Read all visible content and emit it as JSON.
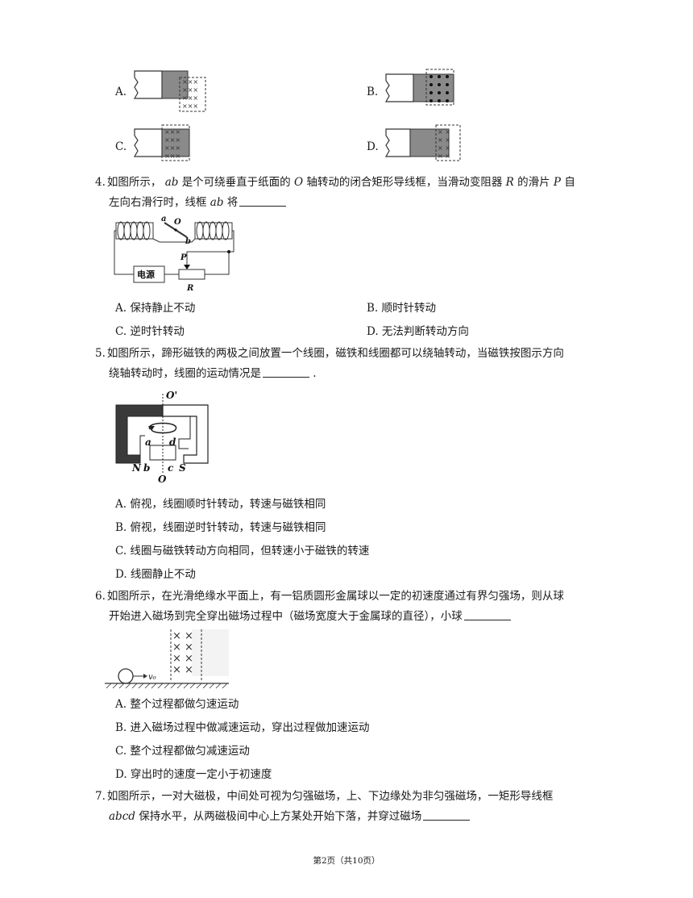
{
  "prev_options": {
    "A": "A.",
    "B": "B.",
    "C": "C.",
    "D": "D."
  },
  "q4": {
    "num": "4.",
    "line1_pre": "如图所示，",
    "v_ab": "ab",
    "line1_mid": "是个可绕垂直于纸面的",
    "v_O": "O",
    "line1_mid2": "轴转动的闭合矩形导线框，当滑动变阻器",
    "v_R": "R",
    "line1_mid3": "的滑片",
    "v_P": "P",
    "line1_end": "自",
    "line2_pre": "左向右滑行时，线框",
    "line2_v": "ab",
    "line2_post": "将",
    "figure": {
      "a": "a",
      "O": "O",
      "b": "b",
      "P": "P",
      "R": "R",
      "power": "电源"
    },
    "options": [
      "A. 保持静止不动",
      "B. 顺时针转动",
      "C. 逆时针转动",
      "D. 无法判断转动方向"
    ]
  },
  "q5": {
    "num": "5.",
    "line1": "如图所示，蹄形磁铁的两极之间放置一个线圈，磁铁和线圈都可以绕轴转动，当磁铁按图示方向",
    "line2": "绕轴转动时，线圈的运动情况是",
    "line2_end": ".",
    "figure": {
      "Oprime": "O'",
      "O": "O",
      "a": "a",
      "d": "d",
      "N": "N",
      "b": "b",
      "c": "c",
      "S": "S"
    },
    "options": [
      "A. 俯视，线圈顺时针转动，转速与磁铁相同",
      "B. 俯视，线圈逆时针转动，转速与磁铁相同",
      "C. 线圈与磁铁转动方向相同，但转速小于磁铁的转速",
      "D. 线圈静止不动"
    ]
  },
  "q6": {
    "num": "6.",
    "line1": "如图所示，在光滑绝缘水平面上，有一铝质圆形金属球以一定的初速度通过有界匀强场，则从球",
    "line2": "开始进入磁场到完全穿出磁场过程中（磁场宽度大于金属球的直径），小球",
    "figure": {
      "v0": "v₀"
    },
    "options": [
      "A. 整个过程都做匀速运动",
      "B. 进入磁场过程中做减速运动，穿出过程做加速运动",
      "C. 整个过程都做匀减速运动",
      "D. 穿出时的速度一定小于初速度"
    ]
  },
  "q7": {
    "num": "7.",
    "line1": "如图所示，一对大磁极，中间处可视为匀强磁场，上、下边缘处为非匀强磁场，一矩形导线框",
    "line2_v": "abcd",
    "line2": "保持水平，从两磁极间中心上方某处开始下落，并穿过磁场"
  },
  "footer": "第2页（共10页）"
}
